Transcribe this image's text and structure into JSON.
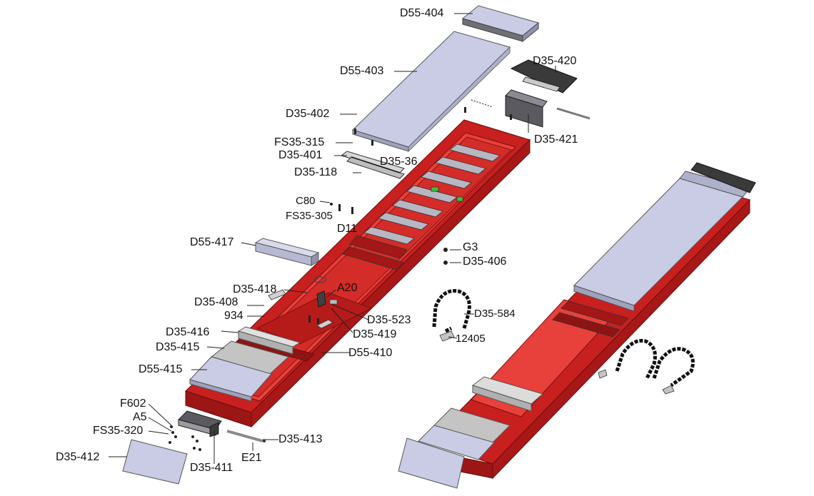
{
  "labels": {
    "d55_404": "D55-404",
    "d55_403": "D55-403",
    "d35_420": "D35-420",
    "d35_402": "D35-402",
    "d35_421": "D35-421",
    "fs35_315": "FS35-315",
    "d35_401": "D35-401",
    "d35_36x": "D35-36",
    "d35_118": "D35-118",
    "c80": "C80",
    "fs35_305": "FS35-305",
    "d11x": "D11",
    "d55_417": "D55-417",
    "g3": "G3",
    "d35_406": "D35-406",
    "d35_418": "D35-418",
    "a20": "A20",
    "d35_408": "D35-408",
    "n934": "934",
    "d35_523": "D35-523",
    "d35_584": "D35-584",
    "d35_416": "D35-416",
    "d35_419": "D35-419",
    "n12405": "12405",
    "d35_415": "D35-415",
    "d55_410": "D55-410",
    "d55_415": "D55-415",
    "f602": "F602",
    "a5": "A5",
    "fs35_320": "FS35-320",
    "d35_413": "D35-413",
    "d35_412": "D35-412",
    "e21": "E21",
    "d35_411": "D35-411"
  },
  "colors": {
    "frame_red": "#c8201e",
    "frame_dark": "#8e1414",
    "frame_light": "#e23a36",
    "plate_blue": "#c9cce4",
    "plate_edge": "#8e92b0",
    "steel_gray": "#c2c2c2",
    "dark_part": "#3a3a3a",
    "accent_green": "#39c43a"
  }
}
